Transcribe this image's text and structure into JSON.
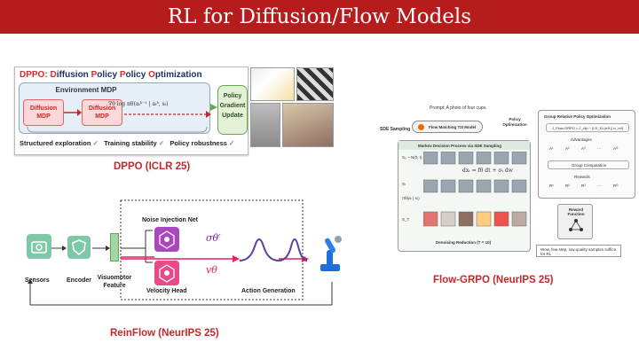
{
  "title": "RL for Diffusion/Flow Models",
  "dppo": {
    "title_prefix": "DPPO: ",
    "title_words": [
      {
        "first": "D",
        "rest": "iffusion "
      },
      {
        "first": "P",
        "rest": "olicy "
      },
      {
        "first": "P",
        "rest": "olicy "
      },
      {
        "first": "O",
        "rest": "ptimization"
      }
    ],
    "env_label": "Environment MDP",
    "mdp1": "Diffusion MDP",
    "mdp2": "Diffusion MDP",
    "formula": "∇θ log πθ(aₜᵏ⁻¹ | aₜᵏ, sₜ)",
    "policy_update": "Policy Gradient Update",
    "benefits": [
      "Structured exploration",
      "Training stability",
      "Policy robustness"
    ],
    "checkmark": "✓",
    "caption": "DPPO (ICLR 25)"
  },
  "reinflow": {
    "noise_net": "Noise Injection Net",
    "sigma": "σθ′",
    "velocity": "vθ",
    "labels": {
      "sensors": "Sensors",
      "encoder": "Encoder",
      "visuomotor": "Visuomotor Feature",
      "velocity_head": "Velocity Head",
      "action_gen": "Action Generation"
    },
    "caption": "ReinFlow (NeurIPS 25)"
  },
  "flowgrpo": {
    "prompt": "Prompt: A photo of four cups.",
    "sde_sampling": "SDE Sampling",
    "t2i_model": "Flow Matching T2I Model",
    "policy_opt": "Policy Optimization",
    "grpo_title": "Group Relative Policy Optimization",
    "grpo_loss": "J_Flow-GRPO = J_clip − β D_KL(πθ || π_ref)",
    "advantages": "Advantages",
    "group_comp": "Group Computation",
    "rewards": "Rewards",
    "adv_labels": [
      "A¹",
      "A²",
      "A³",
      "⋯",
      "Aᴳ"
    ],
    "rew_labels": [
      "R¹",
      "R²",
      "R³",
      "⋯",
      "Rᴳ"
    ],
    "reward_fn": "Reward Function",
    "mdp_title": "Markov Decision Process via SDE Sampling",
    "s0": "S₀ ~ N(0, I)",
    "st": "Sₜ",
    "pi": "πθ(aₜ | sₜ)",
    "sT": "S_T",
    "sde_eq": "dxₜ = fθ dt + σₜ dw",
    "denoise": "Denoising Reduction (T = 10)",
    "note": "Wow, few-step, low-quality samples suffice for RL",
    "caption": "Flow-GRPO (NeurIPS 25)"
  },
  "colors": {
    "title_bg": "#b71c1c",
    "caption": "#c62828",
    "green_check": "#4caf50",
    "pink_arrow": "#e91e63",
    "purple_head": "#ab47bc"
  },
  "icons": [
    "camera-icon",
    "shield-icon",
    "robot-arm-icon",
    "reward-network-icon"
  ]
}
